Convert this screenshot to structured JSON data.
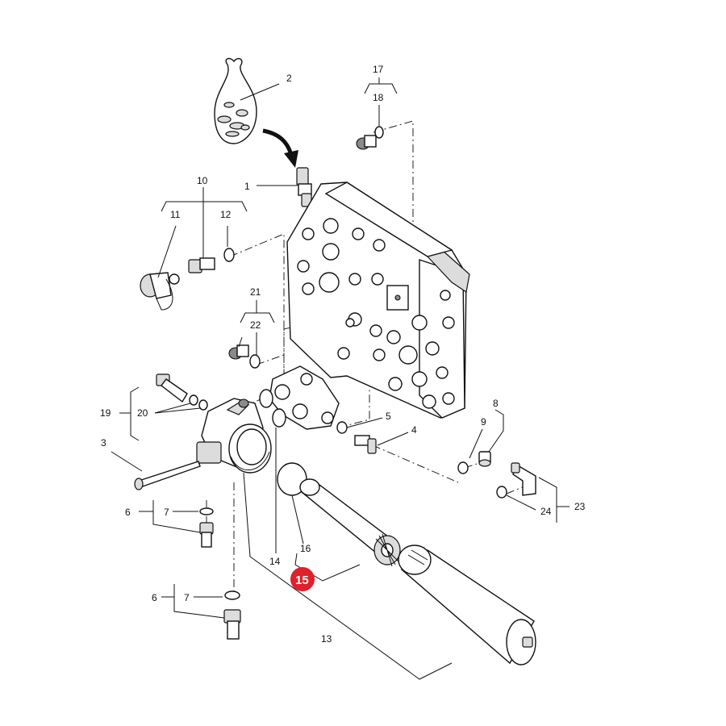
{
  "callouts": {
    "c1": "1",
    "c2": "2",
    "c3": "3",
    "c4": "4",
    "c5": "5",
    "c6a": "6",
    "c6b": "6",
    "c7a": "7",
    "c7b": "7",
    "c8": "8",
    "c9": "9",
    "c10": "10",
    "c11": "11",
    "c12": "12",
    "c13": "13",
    "c14": "14",
    "c15": "15",
    "c16": "16",
    "c17": "17",
    "c18": "18",
    "c19": "19",
    "c20": "20",
    "c21": "21",
    "c22": "22",
    "c23": "23",
    "c24": "24"
  },
  "highlight": {
    "part": "15",
    "color": "#e0202a"
  },
  "colors": {
    "line": "#111111",
    "background": "#ffffff",
    "shade": "#dcdcdc"
  }
}
